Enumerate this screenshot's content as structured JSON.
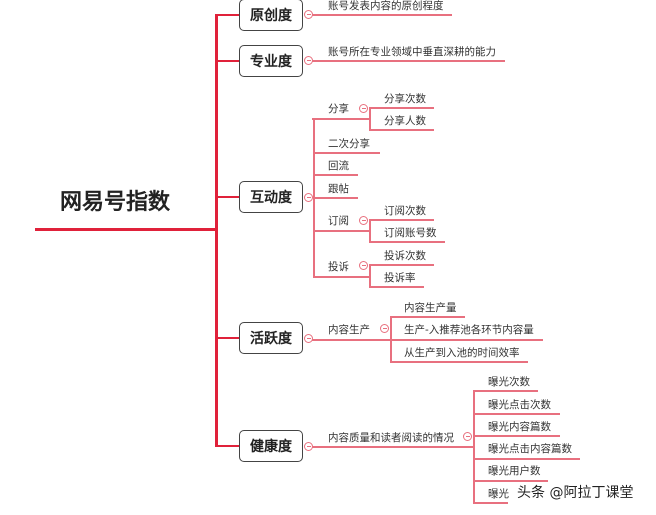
{
  "root": "网易号指数",
  "colors": {
    "trunk": "#e0213a",
    "branch": "#e8707f",
    "box_border": "#444444"
  },
  "branches": [
    {
      "label": "原创度",
      "desc": "账号发表内容的原创程度"
    },
    {
      "label": "专业度",
      "desc": "账号所在专业领域中垂直深耕的能力"
    },
    {
      "label": "互动度",
      "children": [
        {
          "label": "分享",
          "children": [
            "分享次数",
            "分享人数"
          ]
        },
        {
          "label": "二次分享"
        },
        {
          "label": "回流"
        },
        {
          "label": "跟帖"
        },
        {
          "label": "订阅",
          "children": [
            "订阅次数",
            "订阅账号数"
          ]
        },
        {
          "label": "投诉",
          "children": [
            "投诉次数",
            "投诉率"
          ]
        }
      ]
    },
    {
      "label": "活跃度",
      "children": [
        {
          "label": "内容生产",
          "children": [
            "内容生产量",
            "生产-入推荐池各环节内容量",
            "从生产到入池的时间效率"
          ]
        }
      ]
    },
    {
      "label": "健康度",
      "children": [
        {
          "label": "内容质量和读者阅读的情况",
          "children": [
            "曝光次数",
            "曝光点击次数",
            "曝光内容篇数",
            "曝光点击内容篇数",
            "曝光用户数",
            "曝光"
          ]
        }
      ]
    }
  ],
  "watermark": "头条 @阿拉丁课堂"
}
